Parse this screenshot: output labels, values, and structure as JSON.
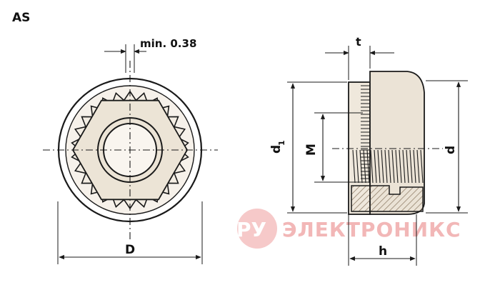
{
  "drawing": {
    "model_code": "AS",
    "front_view": {
      "dimension_min": "min. 0.38",
      "dimension_D": "D"
    },
    "side_view": {
      "dimension_t": "t",
      "dimension_d1": "d",
      "dimension_d1_subscript": "1",
      "dimension_M": "M",
      "dimension_d": "d",
      "dimension_h": "h"
    },
    "watermark": {
      "logo_text": "РУ",
      "brand_text": "ЭЛЕКТРОНИКС"
    },
    "colors": {
      "line": "#1a1a1a",
      "watermark": "#f2b7b7",
      "section_hatch": "#8a7760",
      "part_fill": "#e9e1d4"
    }
  }
}
